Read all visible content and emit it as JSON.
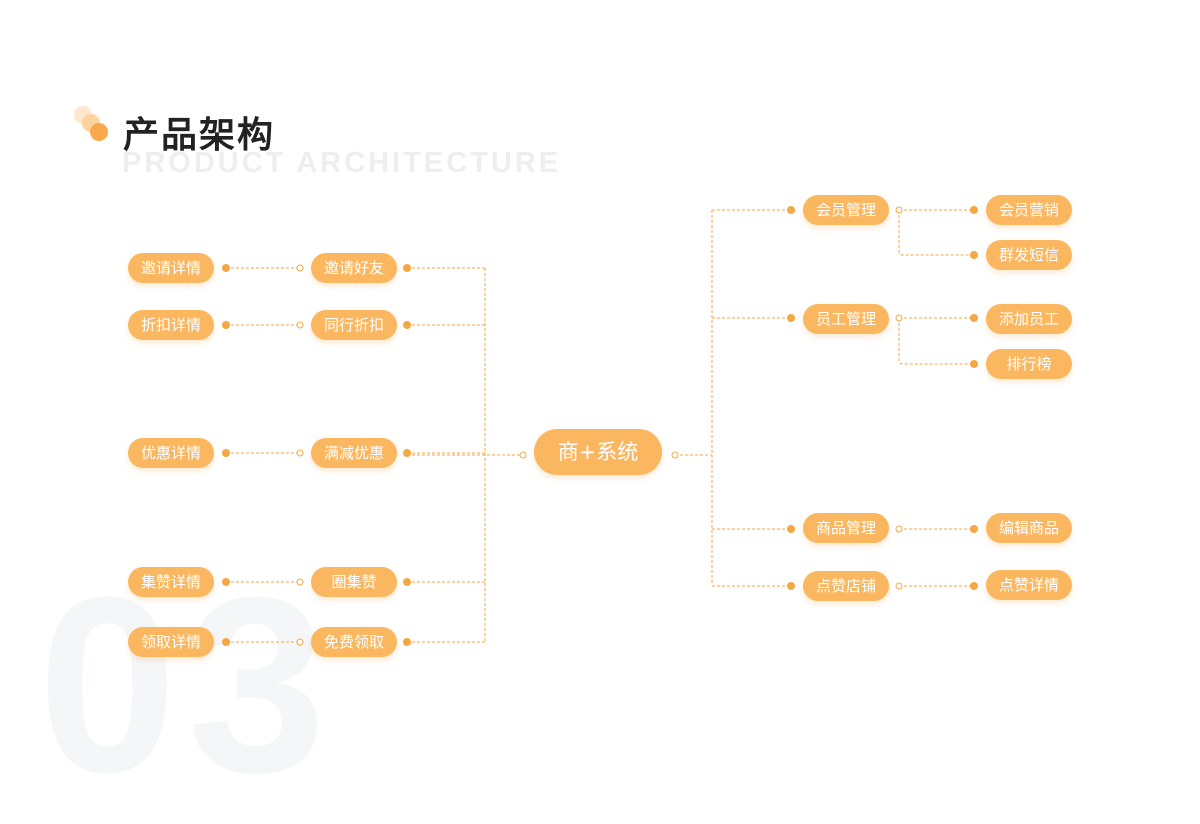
{
  "header": {
    "title": "产品架构",
    "subtitle": "PRODUCT ARCHITECTURE",
    "section_number": "03"
  },
  "colors": {
    "node_fill": "#fbb760",
    "line": "#f5a742",
    "accent": "#fba94c"
  },
  "diagram": {
    "center": "商+系统",
    "left_branches": [
      {
        "label": "邀请好友",
        "detail": "邀请详情"
      },
      {
        "label": "同行折扣",
        "detail": "折扣详情"
      },
      {
        "label": "满减优惠",
        "detail": "优惠详情"
      },
      {
        "label": "圈集赞",
        "detail": "集赞详情"
      },
      {
        "label": "免费领取",
        "detail": "领取详情"
      }
    ],
    "right_branches": [
      {
        "label": "会员管理",
        "children": [
          "会员营销",
          "群发短信"
        ]
      },
      {
        "label": "员工管理",
        "children": [
          "添加员工",
          "排行榜"
        ]
      },
      {
        "label": "商品管理",
        "children": [
          "编辑商品"
        ]
      },
      {
        "label": "点赞店铺",
        "children": [
          "点赞详情"
        ]
      }
    ]
  }
}
